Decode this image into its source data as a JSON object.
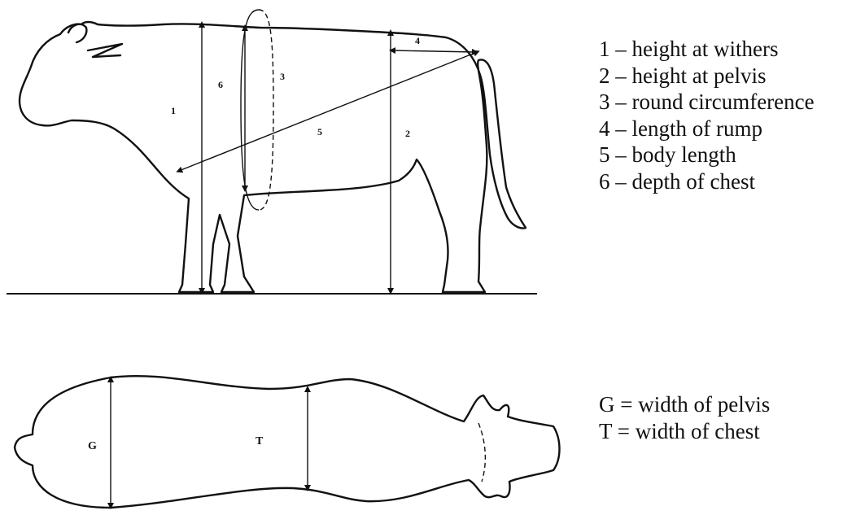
{
  "side_view": {
    "labels": {
      "m1": "1",
      "m2": "2",
      "m3": "3",
      "m4": "4",
      "m5": "5",
      "m6": "6"
    },
    "legend": [
      "1 – height at withers",
      "2 – height at pelvis",
      "3 – round circumference",
      "4 – length of rump",
      "5 – body length",
      "6 – depth of chest"
    ]
  },
  "top_view": {
    "labels": {
      "g": "G",
      "t": "T"
    },
    "legend": [
      "G = width of pelvis",
      "T = width of chest"
    ]
  }
}
